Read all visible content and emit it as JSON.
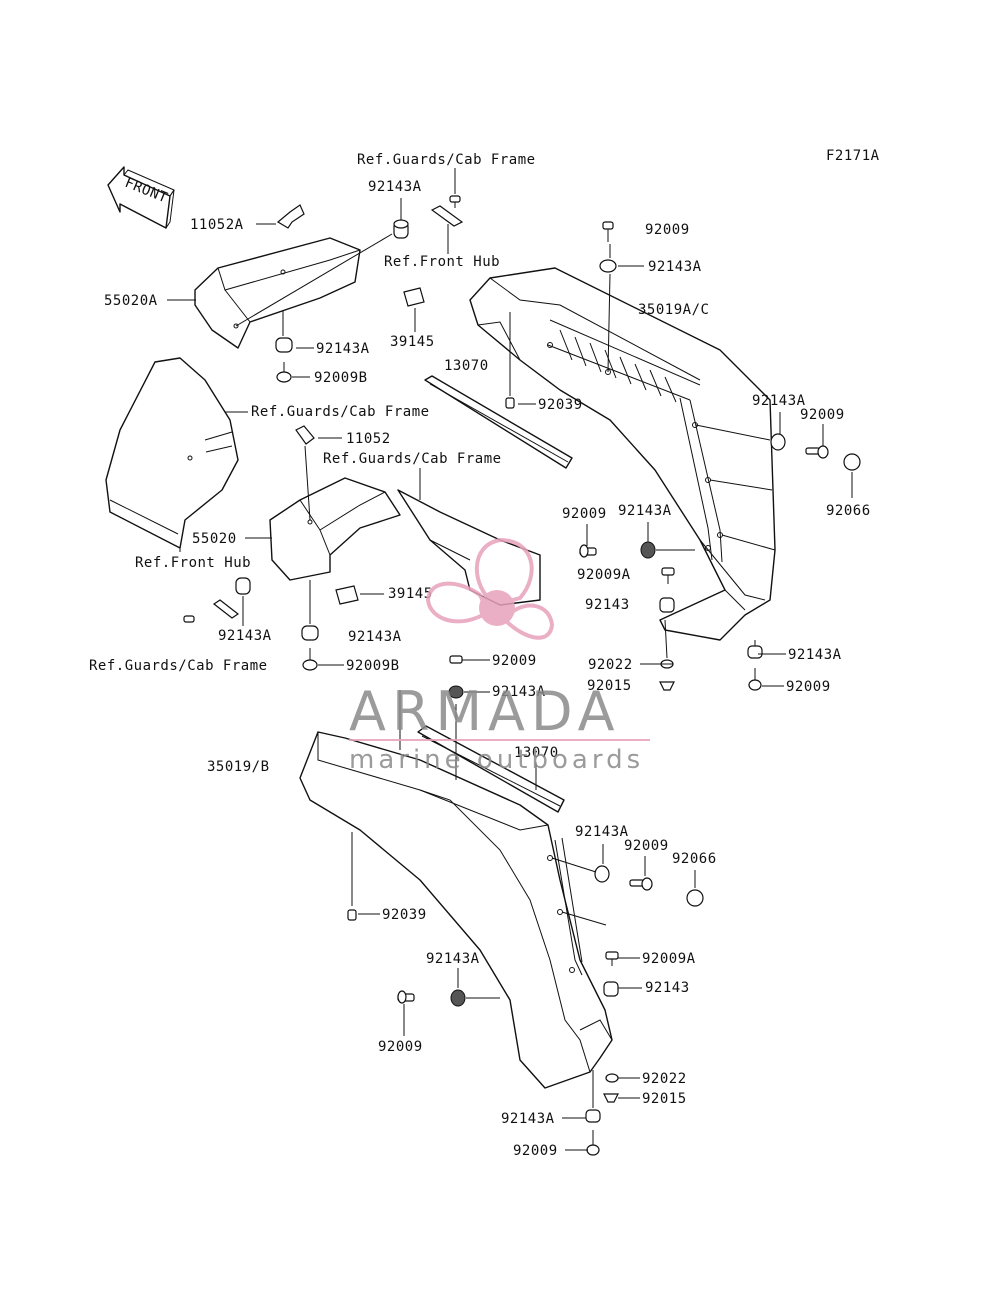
{
  "diagram": {
    "code": "F2171A",
    "front_label": "FRONT"
  },
  "labels": {
    "ref_guards_cab_frame": "Ref.Guards/Cab Frame",
    "ref_front_hub": "Ref.Front Hub",
    "p92143A": "92143A",
    "p11052A": "11052A",
    "p55020A": "55020A",
    "p39145": "39145",
    "p92009B": "92009B",
    "p13070": "13070",
    "p92039": "92039",
    "p11052": "11052",
    "p55020": "55020",
    "p92009": "92009",
    "p35019AC": "35019A/C",
    "p92066": "92066",
    "p92009A": "92009A",
    "p92143": "92143",
    "p92022": "92022",
    "p92015": "92015",
    "p35019B": "35019/B"
  },
  "watermark": {
    "brand": "ARMADA",
    "tagline": "marine outboards",
    "accent_color": "#e8a2bb",
    "text_color": "#8a8a8a"
  }
}
